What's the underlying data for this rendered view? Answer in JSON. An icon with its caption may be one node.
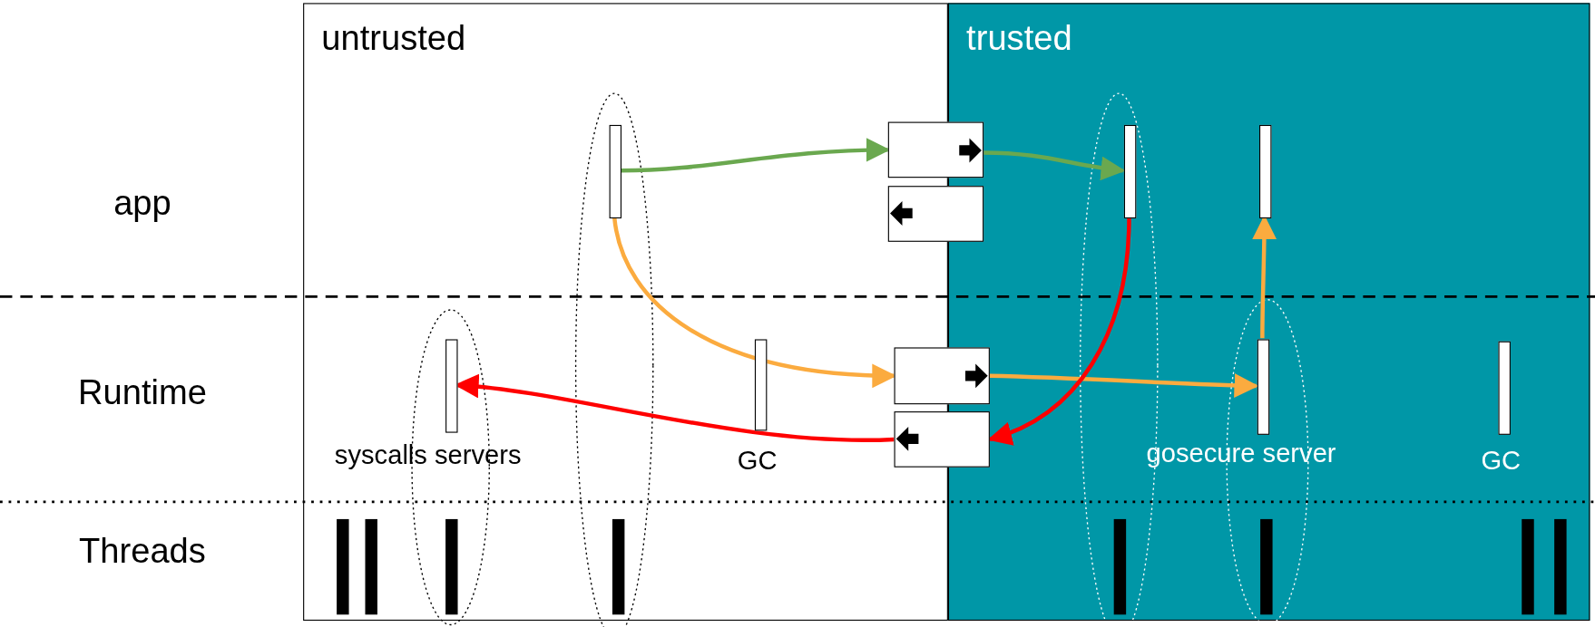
{
  "diagram": {
    "nodes": [
      {
        "text": [
          "untrusted"
        ]
      },
      {
        "text": [
          "trusted"
        ]
      },
      {
        "text": [],
        "shape": "bar",
        "in": 0
      },
      {
        "text": [],
        "shape": "box"
      },
      {
        "text": [],
        "shape": "box"
      },
      {
        "text": [],
        "shape": "bar",
        "in": 1
      },
      {
        "text": [],
        "shape": "bar",
        "in": 1
      },
      {
        "text": [],
        "shape": "bar",
        "in": 0,
        "beside": [
          "syscalls servers"
        ]
      },
      {
        "text": [],
        "shape": "bar",
        "in": 0,
        "beside": [
          "GC"
        ]
      },
      {
        "text": [],
        "shape": "box"
      },
      {
        "text": [],
        "shape": "box"
      },
      {
        "text": [],
        "shape": "bar",
        "in": 1,
        "beside": [
          "gosecure server"
        ]
      },
      {
        "text": [],
        "shape": "bar",
        "in": 1,
        "beside": [
          "GC"
        ]
      },
      {
        "text": [],
        "shape": "bar",
        "in": 0
      },
      {
        "text": [],
        "shape": "bar",
        "in": 0
      },
      {
        "text": [],
        "shape": "bar",
        "in": 0
      },
      {
        "text": [],
        "shape": "bar",
        "in": 0
      },
      {
        "text": [],
        "shape": "bar",
        "in": 1
      },
      {
        "text": [],
        "shape": "bar",
        "in": 1
      },
      {
        "text": [],
        "shape": "bar",
        "in": 1
      },
      {
        "text": [],
        "shape": "bar",
        "in": 1
      }
    ],
    "edges": [
      {
        "from": 2,
        "to": 3,
        "arrow": "to",
        "color": "#6aa84f"
      },
      {
        "from": 3,
        "to": 5,
        "arrow": "to",
        "color": "#6aa84f"
      },
      {
        "from": 2,
        "to": 9,
        "arrow": "to",
        "color": "#fbab3f"
      },
      {
        "from": 9,
        "to": 11,
        "arrow": "to",
        "color": "#fbab3f"
      },
      {
        "from": 11,
        "to": 6,
        "arrow": "to",
        "color": "#fbab3f"
      },
      {
        "from": 5,
        "to": 10,
        "arrow": "to",
        "color": "#ff0000"
      },
      {
        "from": 10,
        "to": 7,
        "arrow": "to",
        "color": "#ff0000"
      }
    ],
    "labels": [
      "app",
      "Runtime",
      "Threads"
    ]
  }
}
